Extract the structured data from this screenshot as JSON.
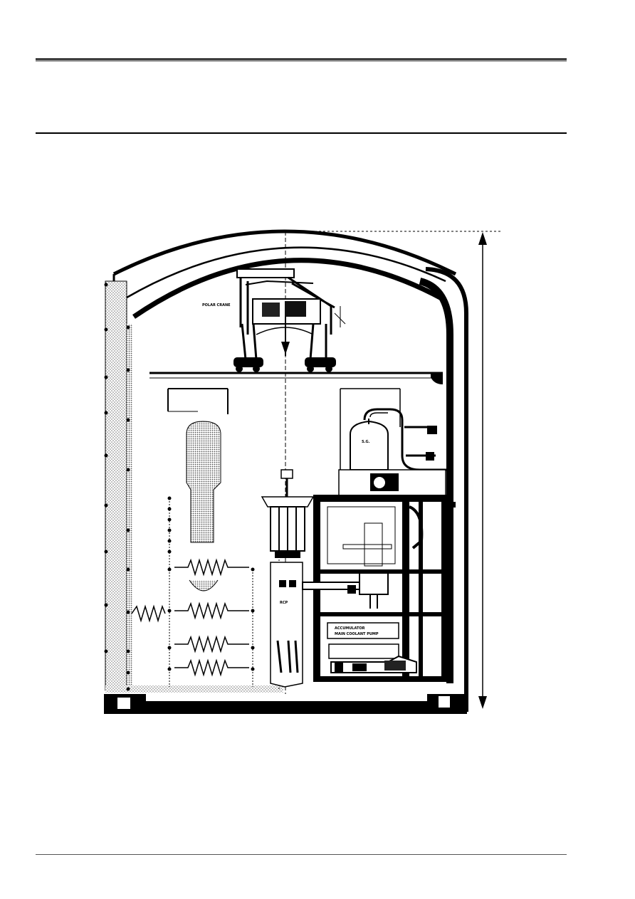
{
  "document": {
    "header_rule_style": "double",
    "section_rule_style": "single",
    "footer_rule_style": "thin"
  },
  "figure": {
    "kind": "containment-cross-section",
    "labels": {
      "crane": "POLAR CRANE",
      "vessel": "S.G.",
      "pump": "RCP",
      "lower": "ACCUMULATOR",
      "lower2": "MAIN COOLANT PUMP"
    },
    "colors": {
      "ink": "#000000",
      "paper": "#ffffff",
      "stipple": "#8a8a8a"
    },
    "spring_count": 5
  }
}
